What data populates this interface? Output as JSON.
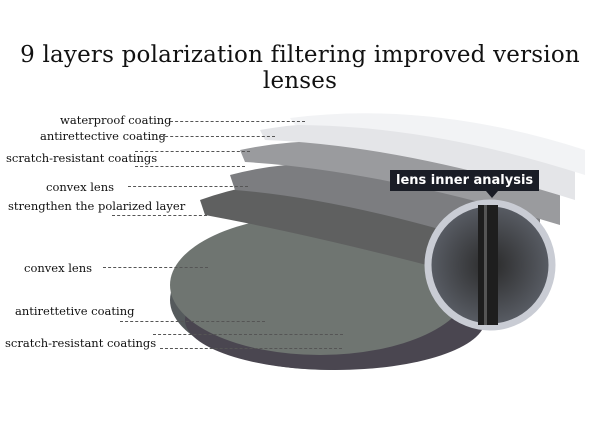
{
  "title": "9 layers polarization filtering improved version lenses",
  "labels": [
    "waterproof coating",
    "antirettective coating",
    "scratch-resistant coatings",
    "convex lens",
    "strengthen the polarized layer",
    "convex lens",
    "antirettetive coating",
    "scratch-resistant coatings"
  ],
  "callout": "lens inner analysis"
}
